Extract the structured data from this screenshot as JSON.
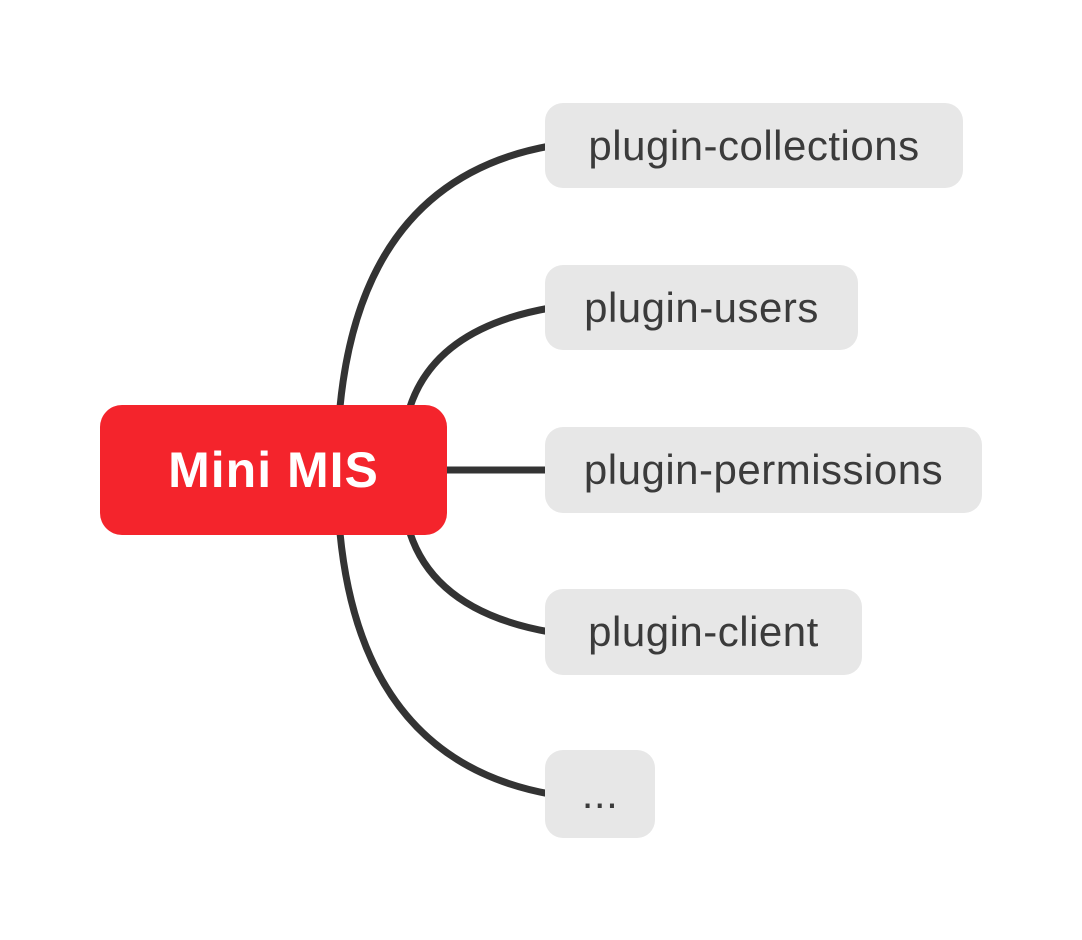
{
  "diagram": {
    "type": "mindmap",
    "root": {
      "label": "Mini MIS"
    },
    "children": [
      {
        "label": "plugin-collections"
      },
      {
        "label": "plugin-users"
      },
      {
        "label": "plugin-permissions"
      },
      {
        "label": "plugin-client"
      },
      {
        "label": "..."
      }
    ],
    "colors": {
      "root_fill": "#f4242c",
      "root_text": "#ffffff",
      "child_fill": "#e7e7e7",
      "child_text": "#3b3b3b",
      "connector": "#333333",
      "background": "#ffffff"
    }
  }
}
